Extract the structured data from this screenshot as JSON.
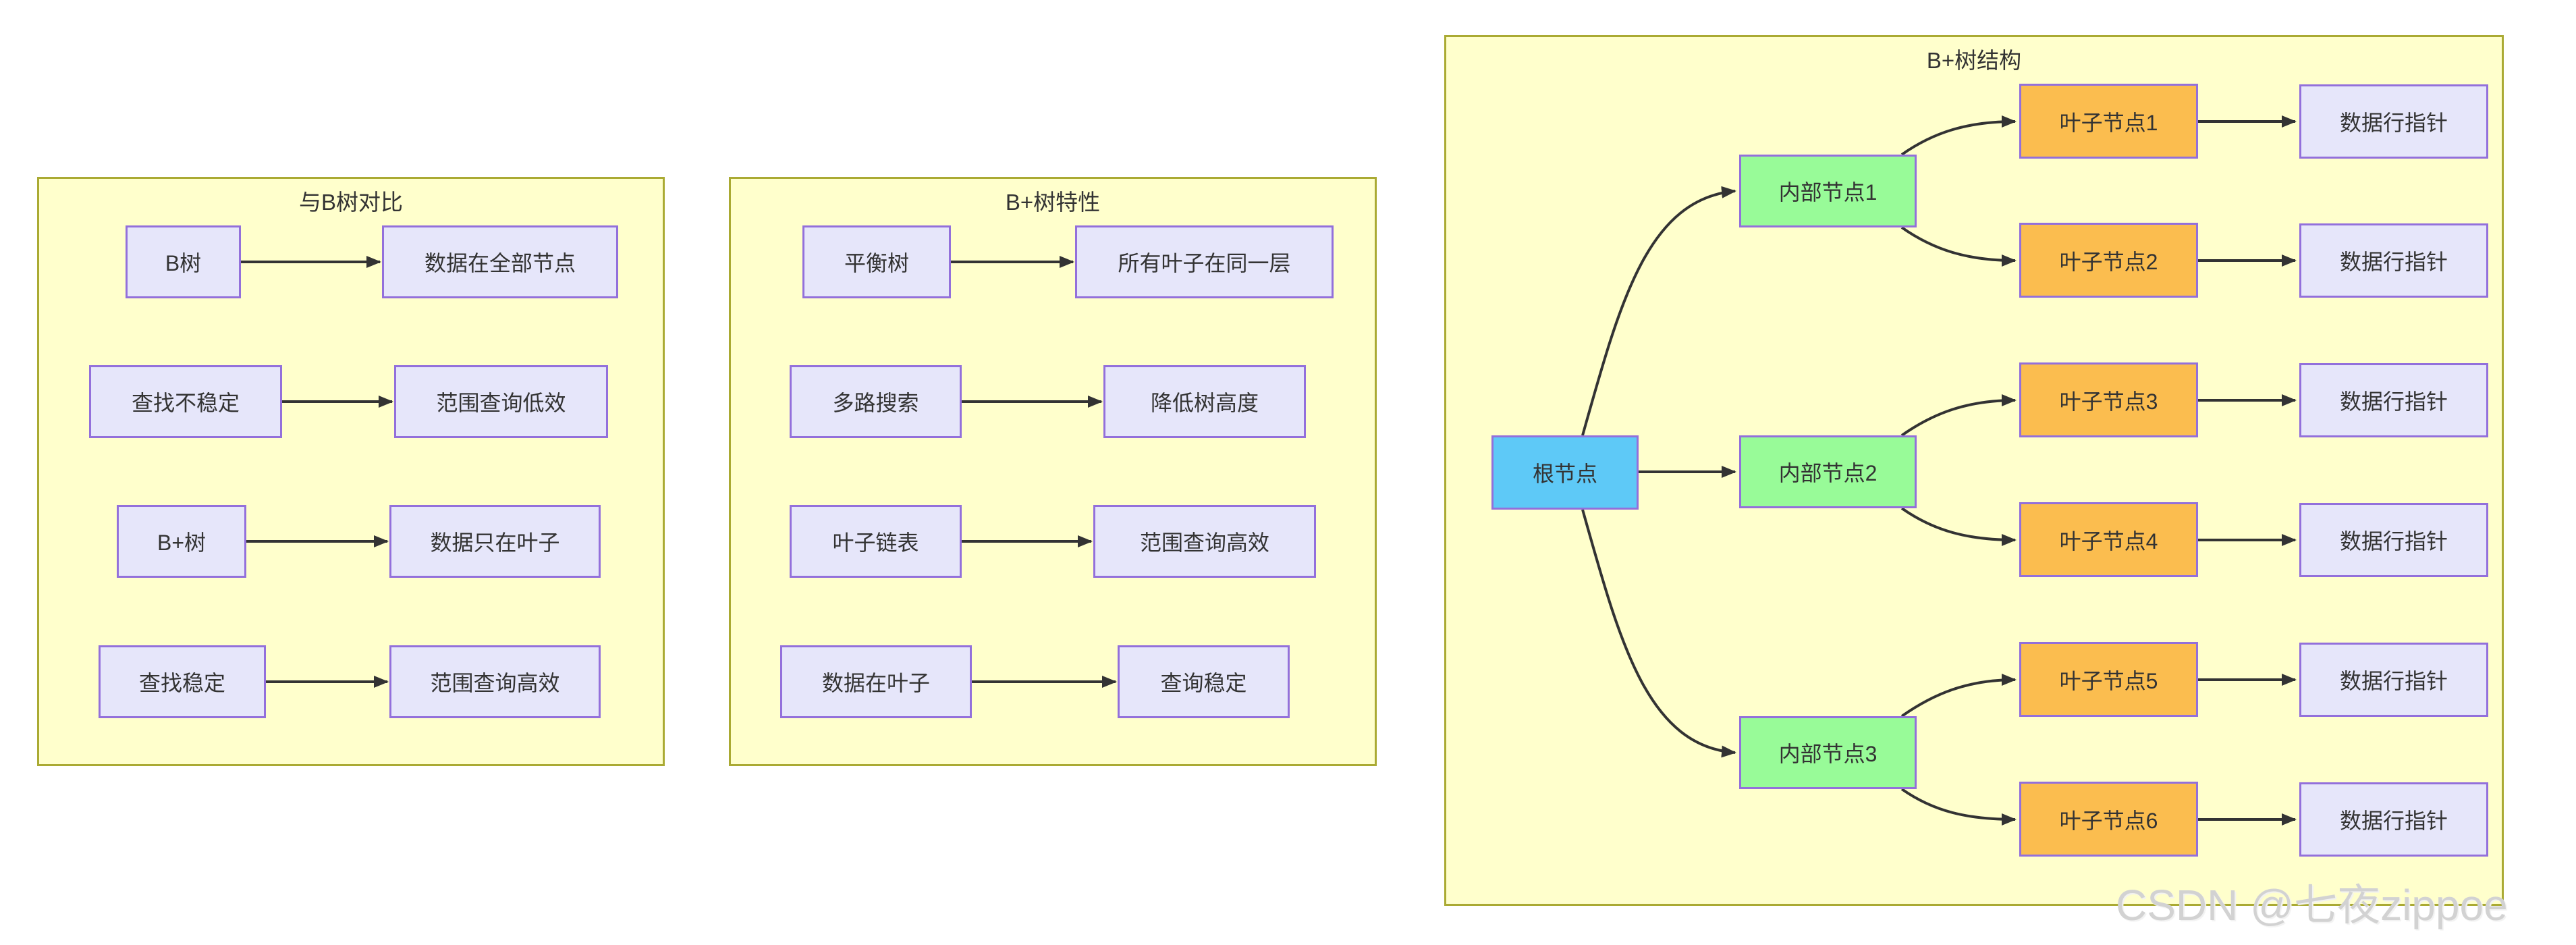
{
  "page": {
    "background": "#FFFFFF"
  },
  "watermark": {
    "text": "CSDN @七夜zippoe",
    "color": "#D2D2D2"
  },
  "colors": {
    "panel_bg": "#FFFFCC",
    "panel_border": "#AAAA33",
    "node_border": "#9370DB",
    "default_node_bg": "#E6E6FA",
    "root_node_bg": "#5EC9F7",
    "internal_node_bg": "#98FB98",
    "leaf_node_bg": "#FBBD4F",
    "arrow_color": "#333333",
    "text_color": "#333333"
  },
  "panels": {
    "compare": {
      "title": "与B树对比",
      "rows": [
        {
          "from": "B树",
          "to": "数据在全部节点"
        },
        {
          "from": "查找不稳定",
          "to": "范围查询低效"
        },
        {
          "from": "B+树",
          "to": "数据只在叶子"
        },
        {
          "from": "查找稳定",
          "to": "范围查询高效"
        }
      ]
    },
    "features": {
      "title": "B+树特性",
      "rows": [
        {
          "from": "平衡树",
          "to": "所有叶子在同一层"
        },
        {
          "from": "多路搜索",
          "to": "降低树高度"
        },
        {
          "from": "叶子链表",
          "to": "范围查询高效"
        },
        {
          "from": "数据在叶子",
          "to": "查询稳定"
        }
      ]
    },
    "structure": {
      "title": "B+树结构",
      "root": "根节点",
      "internal": [
        "内部节点1",
        "内部节点2",
        "内部节点3"
      ],
      "leaves": [
        "叶子节点1",
        "叶子节点2",
        "叶子节点3",
        "叶子节点4",
        "叶子节点5",
        "叶子节点6"
      ],
      "pointers": [
        "数据行指针",
        "数据行指针",
        "数据行指针",
        "数据行指针",
        "数据行指针",
        "数据行指针"
      ]
    }
  }
}
